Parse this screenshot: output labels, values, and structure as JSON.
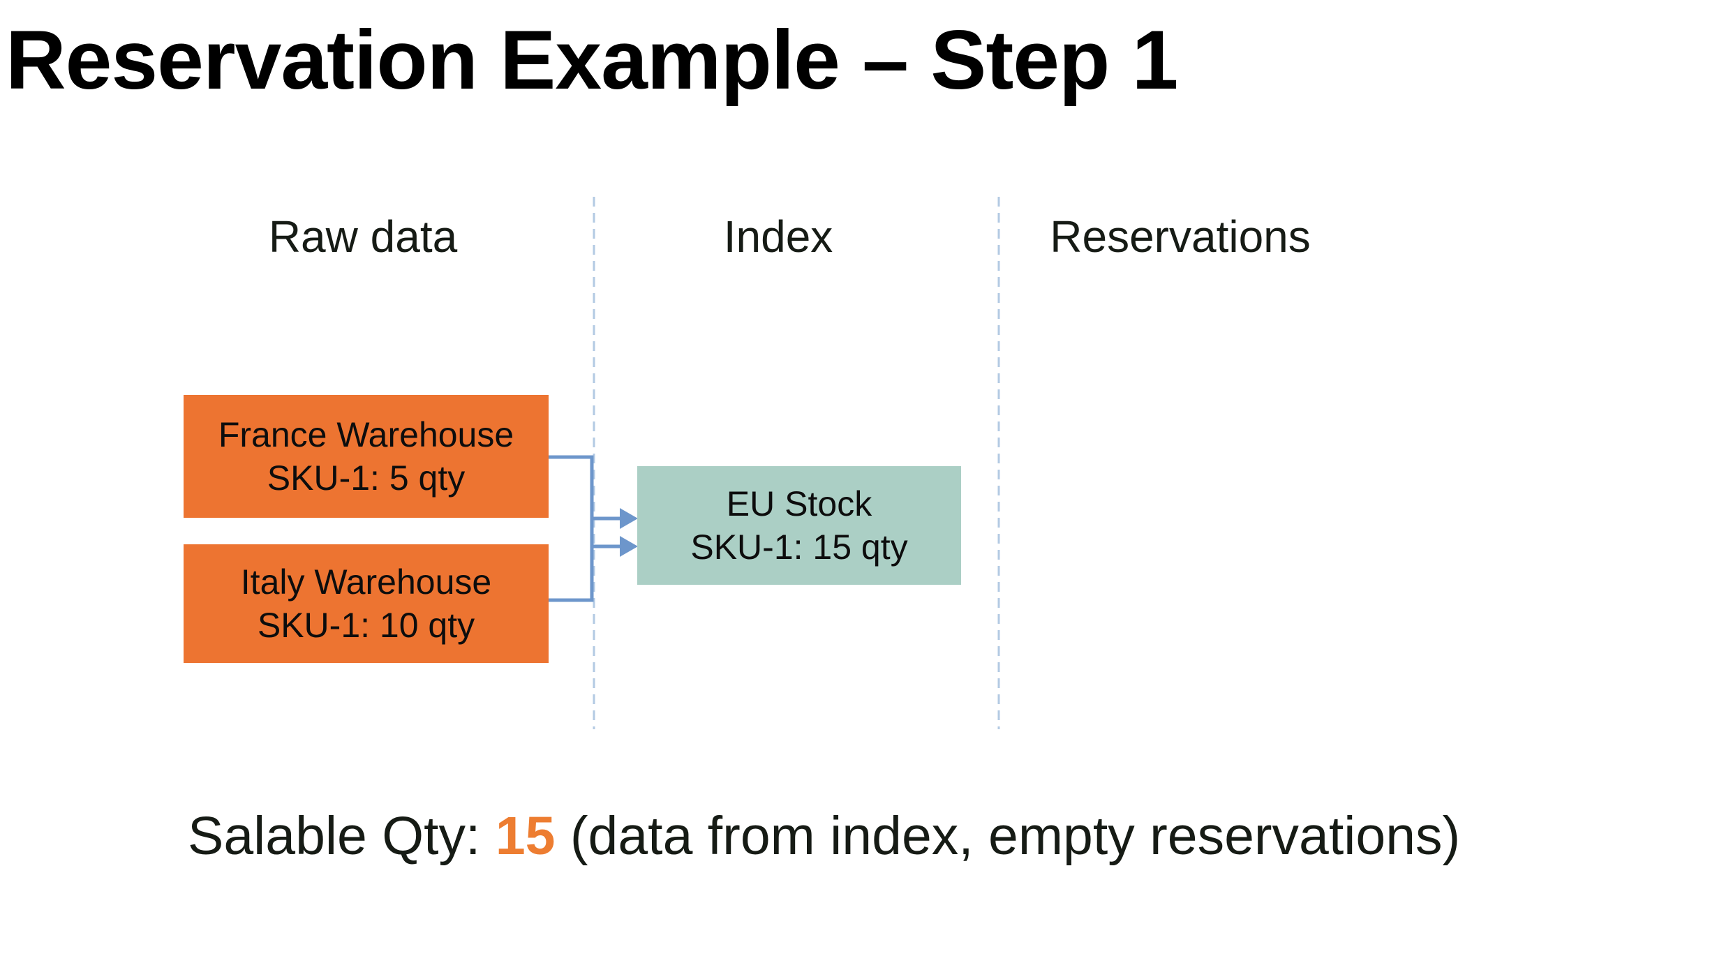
{
  "title": "Reservation Example – Step 1",
  "columns": [
    {
      "label": "Raw data"
    },
    {
      "label": "Index"
    },
    {
      "label": "Reservations"
    }
  ],
  "boxes": {
    "france": {
      "line1": "France Warehouse",
      "line2": "SKU-1: 5 qty"
    },
    "italy": {
      "line1": "Italy Warehouse",
      "line2": "SKU-1: 10 qty"
    },
    "eu": {
      "line1": "EU Stock",
      "line2": "SKU-1: 15 qty"
    }
  },
  "caption": {
    "prefix": "Salable Qty: ",
    "value": "15",
    "suffix": " (data from index, empty reservations)"
  },
  "colors": {
    "warehouse_orange": "#ED7431",
    "index_teal": "#ABCFC5",
    "arrow_blue": "#6D96CB",
    "divider_blue": "#B3CAE3",
    "caption_value_orange": "#ED7D31"
  }
}
